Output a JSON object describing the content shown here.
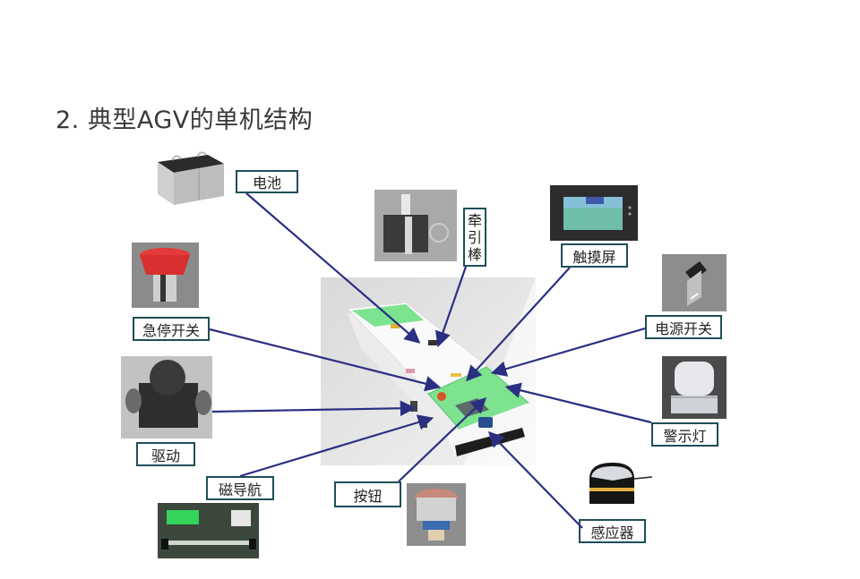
{
  "title": "2. 典型AGV的单机结构",
  "colors": {
    "arrow": "#2b2f82",
    "label_border": "#1f4e5a",
    "agv_green": "#7de38f",
    "agv_body": "#f4f4f4"
  },
  "components": [
    {
      "id": "battery",
      "label": "电池",
      "photo": "battery-photo"
    },
    {
      "id": "tow-bar",
      "label": "牵引棒",
      "chars": [
        "牵",
        "引",
        "棒"
      ],
      "photo": "tow-bar-photo"
    },
    {
      "id": "touchscreen",
      "label": "触摸屏",
      "photo": "touchscreen-photo"
    },
    {
      "id": "power-switch",
      "label": "电源开关",
      "photo": "power-switch-photo"
    },
    {
      "id": "warning-light",
      "label": "警示灯",
      "photo": "warning-light-photo"
    },
    {
      "id": "emergency-stop",
      "label": "急停开关",
      "photo": "emergency-stop-photo"
    },
    {
      "id": "drive",
      "label": "驱动",
      "photo": "drive-unit-photo"
    },
    {
      "id": "magnetic-nav",
      "label": "磁导航",
      "photo": "magnetic-sensor-photo"
    },
    {
      "id": "button",
      "label": "按钮",
      "photo": "push-button-photo"
    },
    {
      "id": "sensor",
      "label": "感应器",
      "photo": "obstacle-sensor-photo"
    }
  ]
}
